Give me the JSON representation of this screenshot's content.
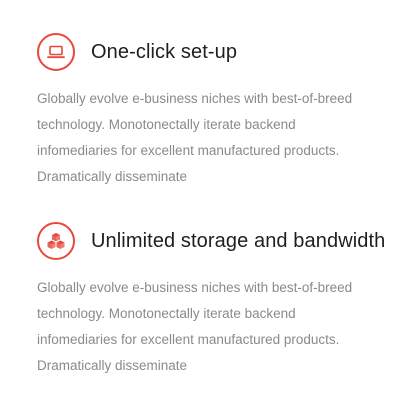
{
  "features": [
    {
      "icon": "laptop-icon",
      "title": "One-click set-up",
      "description": "Globally evolve e-business niches with best-of-breed technology. Monotonectally iterate backend infomediaries for excellent manufactured products. Dramatically disseminate"
    },
    {
      "icon": "boxes-icon",
      "title": "Unlimited storage and bandwidth",
      "description": "Globally evolve e-business niches with best-of-breed technology. Monotonectally iterate backend infomediaries for excellent manufactured products. Dramatically disseminate"
    }
  ],
  "colors": {
    "accent": "#e8473a",
    "title": "#1f1f1f",
    "body_text": "#8a8a8a",
    "background": "#ffffff"
  }
}
